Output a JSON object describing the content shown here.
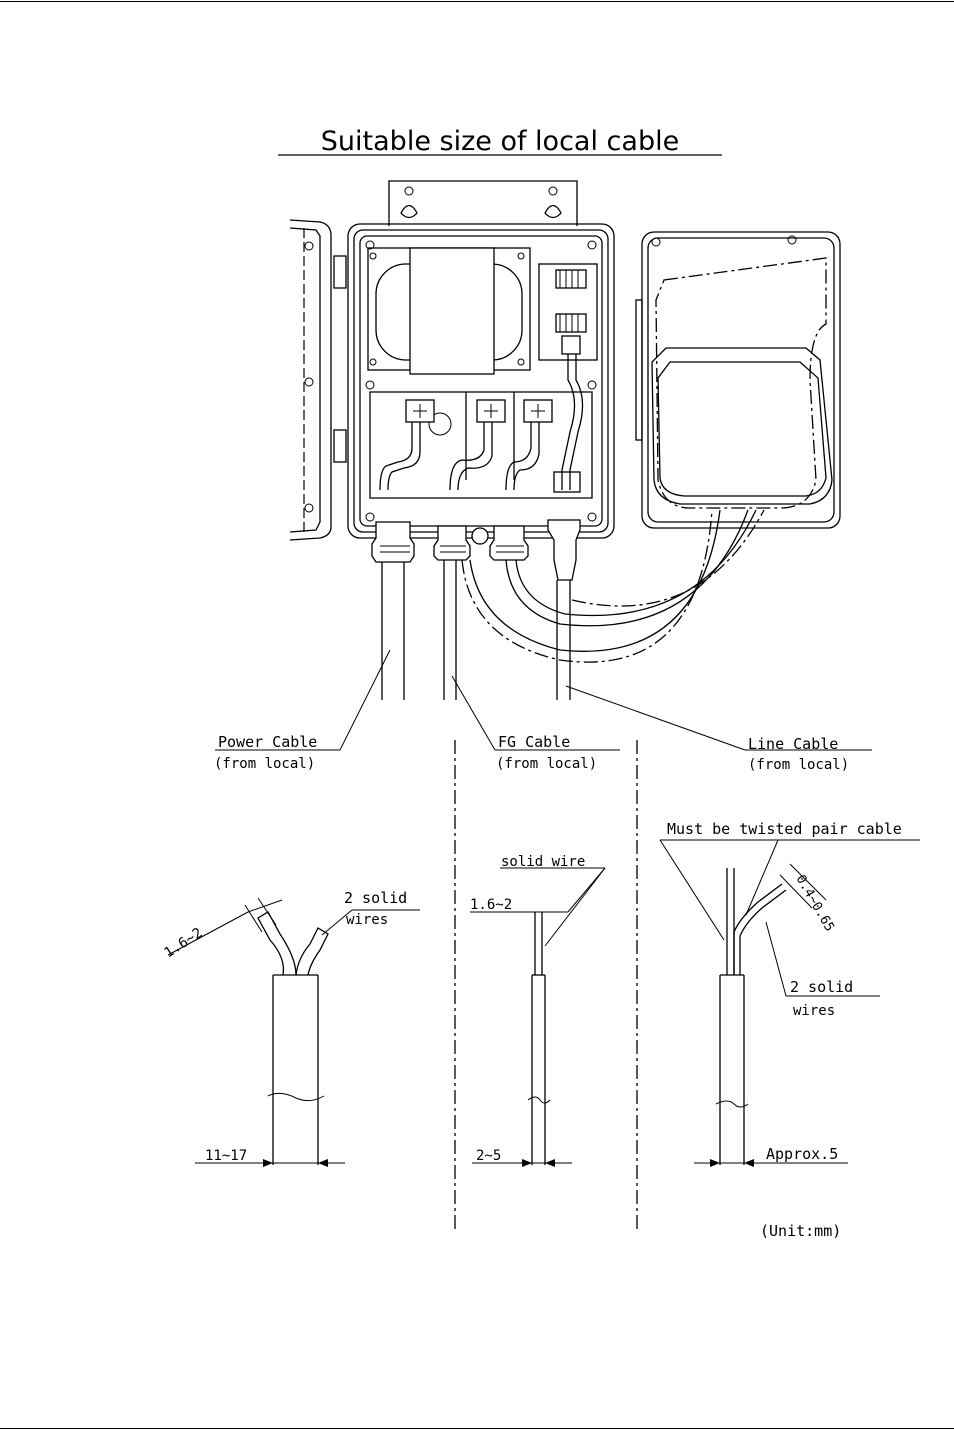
{
  "title": "Suitable size of local cable",
  "labels": {
    "power_cable": "Power Cable",
    "power_cable_sub": "(from local)",
    "fg_cable": "FG Cable",
    "fg_cable_sub": "(from local)",
    "line_cable": "Line Cable",
    "line_cable_sub": "(from local)",
    "twisted_pair_note": "Must be twisted pair cable",
    "two_solid_wires_a": "2 solid",
    "two_solid_wires_b": "wires",
    "solid_wire": "solid wire",
    "two_solid_wires_c": "2 solid",
    "two_solid_wires_d": "wires",
    "unit": "(Unit:mm)"
  },
  "dimensions": {
    "power_core": "1.6~2",
    "power_outer": "11~17",
    "fg_core": "1.6~2",
    "fg_outer": "2~5",
    "line_core": "0.4~0.65",
    "line_outer": "Approx.5"
  }
}
